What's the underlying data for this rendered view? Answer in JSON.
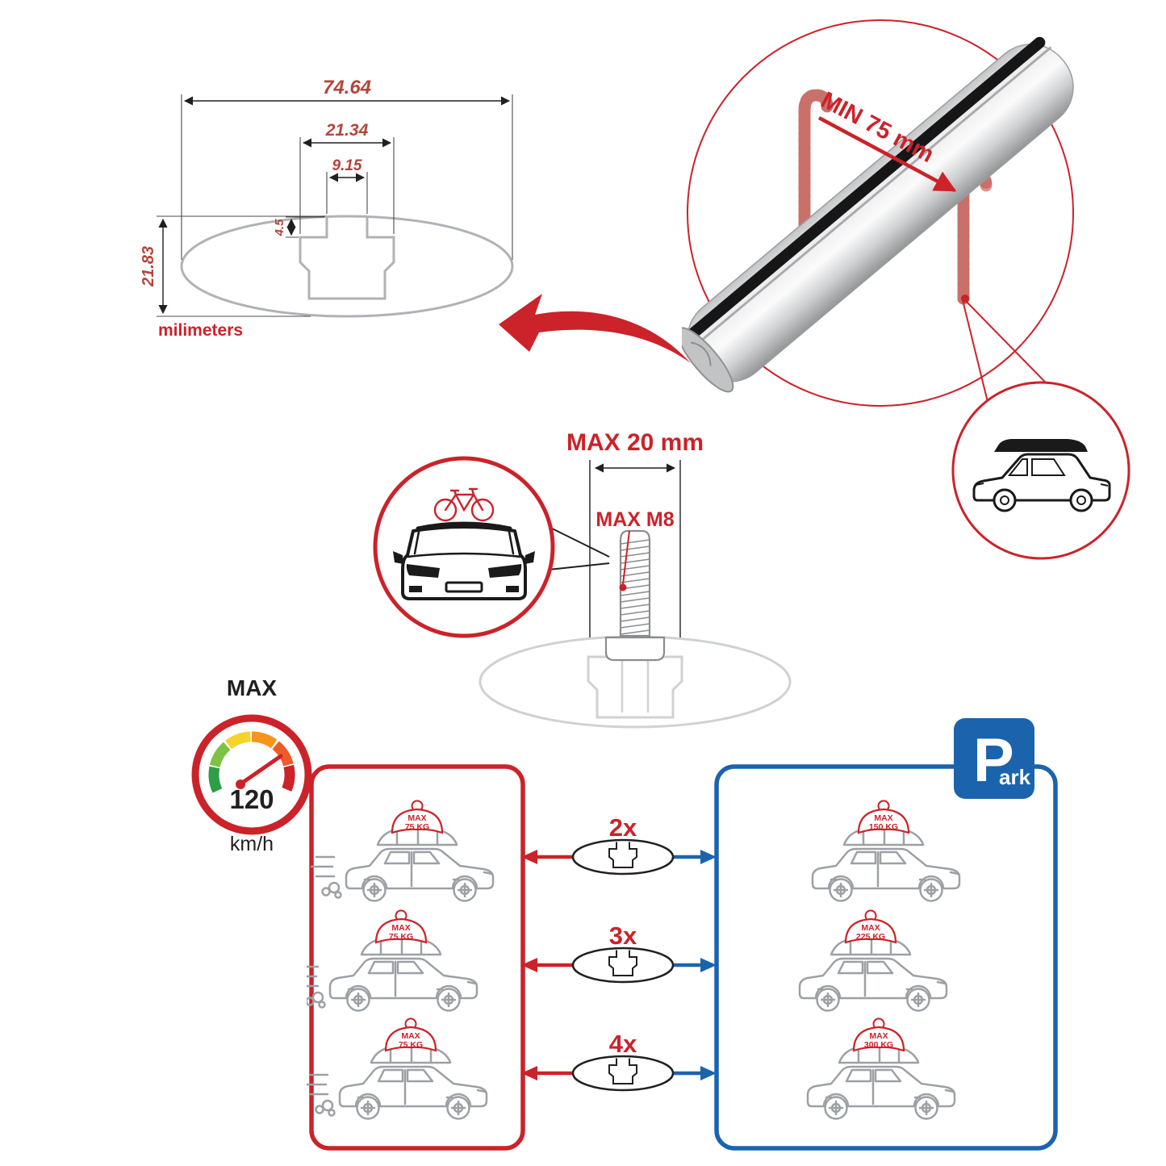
{
  "colors": {
    "accent_red": "#cc2229",
    "accent_blue": "#1b64ad",
    "dim_red": "#b5443c",
    "line_gray": "#9da0a4",
    "dark": "#231f20"
  },
  "profile_diagram": {
    "width_total": "74.64",
    "width_outer_step": "21.34",
    "width_slot": "9.15",
    "lip_depth": "4.5",
    "height": "21.83",
    "units_label": "milimeters"
  },
  "bar_detail": {
    "min_clamp_label": "MIN 75 mm"
  },
  "bolt_diagram": {
    "max_width_label": "MAX 20 mm",
    "max_thread_label": "MAX M8"
  },
  "speed_limit": {
    "heading": "MAX",
    "value": "120",
    "units": "km/h"
  },
  "parking_sign": {
    "letter": "P",
    "suffix": "ark"
  },
  "driving_panel": {
    "cars": [
      {
        "load_label": "MAX",
        "load_weight": "75 KG"
      },
      {
        "load_label": "MAX",
        "load_weight": "75 KG"
      },
      {
        "load_label": "MAX",
        "load_weight": "75 KG"
      }
    ]
  },
  "parked_panel": {
    "cars": [
      {
        "load_label": "MAX",
        "load_weight": "150 KG"
      },
      {
        "load_label": "MAX",
        "load_weight": "225 KG"
      },
      {
        "load_label": "MAX",
        "load_weight": "300 KG"
      }
    ]
  },
  "bar_multipliers": [
    {
      "label": "2x"
    },
    {
      "label": "3x"
    },
    {
      "label": "4x"
    }
  ]
}
